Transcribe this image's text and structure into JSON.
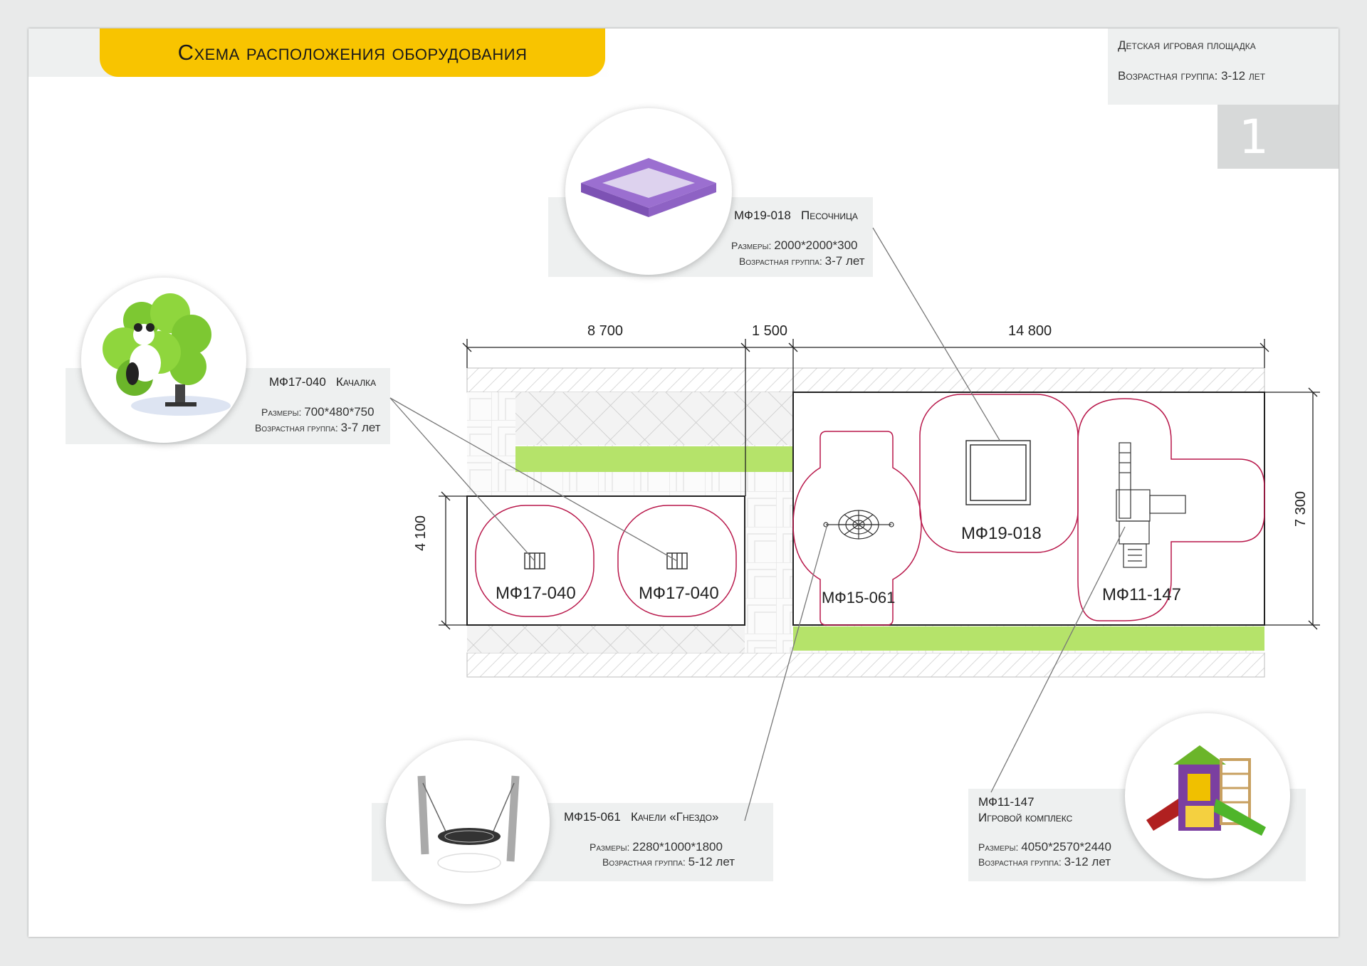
{
  "title": "Схема расположения оборудования",
  "info": {
    "line1": "Детская игровая площадка",
    "line2": "Возрастная группа: 3-12 лет"
  },
  "page_number": "1",
  "equipment": [
    {
      "code": "МФ19-018",
      "name": "Песочница",
      "size_label": "Размеры:",
      "size": "2000*2000*300",
      "age_label": "Возрастная группа:",
      "age": "3-7 лет"
    },
    {
      "code": "МФ17-040",
      "name": "Качалка",
      "size_label": "Размеры:",
      "size": "700*480*750",
      "age_label": "Возрастная группа:",
      "age": "3-7 лет"
    },
    {
      "code": "МФ15-061",
      "name": "Качели «Гнездо»",
      "size_label": "Размеры:",
      "size": "2280*1000*1800",
      "age_label": "Возрастная группа:",
      "age": "5-12 лет"
    },
    {
      "code": "МФ11-147",
      "name": "Игровой комплекс",
      "size_label": "Размеры:",
      "size": "4050*2570*2440",
      "age_label": "Возрастная группа:",
      "age": "3-12 лет"
    }
  ],
  "dimensions": {
    "top_left": "8 700",
    "top_mid": "1 500",
    "top_right": "14 800",
    "left": "4 100",
    "right": "7 300"
  },
  "plan_labels": {
    "rocker_1": "МФ17-040",
    "rocker_2": "МФ17-040",
    "swing": "МФ15-061",
    "sandbox": "МФ19-018",
    "complex": "МФ11-147"
  },
  "colors": {
    "accent_yellow": "#f8c400",
    "zone_outline": "#b8174a",
    "grass": "#b5e36a",
    "sandbox_purple": "#9b6fd0"
  }
}
